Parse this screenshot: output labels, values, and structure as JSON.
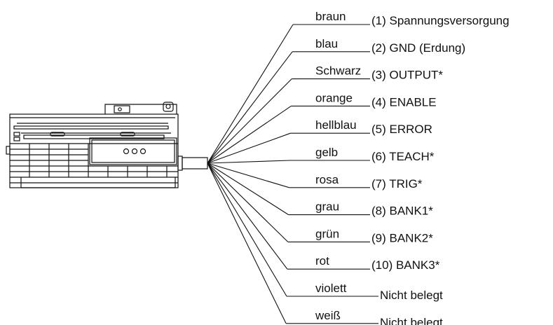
{
  "wires": [
    {
      "color": "braun",
      "signal": "(1) Spannungsversorgung"
    },
    {
      "color": "blau",
      "signal": "(2) GND (Erdung)"
    },
    {
      "color": "Schwarz",
      "signal": "(3) OUTPUT*"
    },
    {
      "color": "orange",
      "signal": "(4) ENABLE"
    },
    {
      "color": "hellblau",
      "signal": "(5) ERROR"
    },
    {
      "color": "gelb",
      "signal": "(6) TEACH*"
    },
    {
      "color": "rosa",
      "signal": "(7) TRIG*"
    },
    {
      "color": "grau",
      "signal": "(8) BANK1*"
    },
    {
      "color": "grün",
      "signal": "(9) BANK2*"
    },
    {
      "color": "rot",
      "signal": "(10) BANK3*"
    },
    {
      "color": "violett",
      "signal": "Nicht belegt"
    },
    {
      "color": "weiß",
      "signal": "Nicht belegt"
    }
  ]
}
